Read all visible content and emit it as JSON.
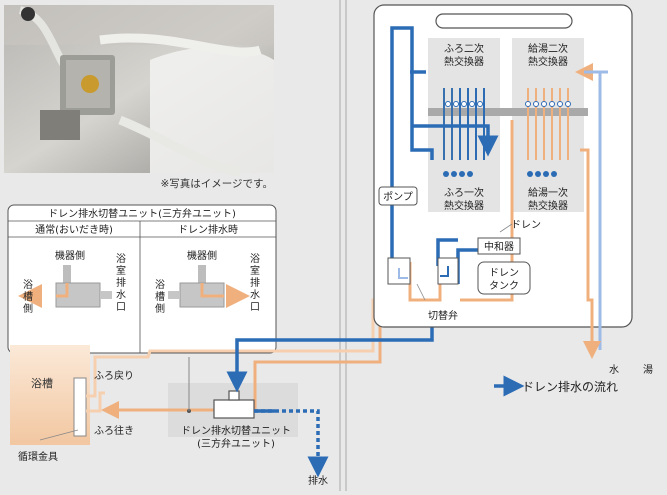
{
  "photo": {
    "caption": "※写真はイメージです。"
  },
  "unit_box": {
    "title": "ドレン排水切替ユニット(三方弁ユニット)",
    "col_normal": "通常(おいだき時)",
    "col_drain": "ドレン排水時",
    "device_side": "機器側",
    "bath_side_chars": [
      "浴",
      "槽",
      "側"
    ],
    "drain_out_chars": [
      "浴",
      "室",
      "排",
      "水",
      "口"
    ]
  },
  "bath": {
    "tub": "浴槽",
    "return": "ふろ戻り",
    "supply": "ふろ往き",
    "fitting": "循環金具",
    "unit_line1": "ドレン排水切替ユニット",
    "unit_line2": "(三方弁ユニット)",
    "drain": "排水"
  },
  "heater": {
    "bath_secondary": [
      "ふろ二次",
      "熱交換器"
    ],
    "hot_secondary": [
      "給湯二次",
      "熱交換器"
    ],
    "bath_primary": [
      "ふろ一次",
      "熱交換器"
    ],
    "hot_primary": [
      "給湯一次",
      "熱交換器"
    ],
    "pump": "ポンプ",
    "drain": "ドレン",
    "neutralizer": "中和器",
    "tank": [
      "ドレン",
      "タンク"
    ],
    "switch_valve": "切替弁",
    "water": "水",
    "hot_water": "湯"
  },
  "legend": {
    "label": "ドレン排水の流れ"
  },
  "colors": {
    "blue": "#2b6cb5",
    "orange": "#f0b07e",
    "light_orange": "#f6cfae",
    "light_blue": "#9dbbe6",
    "gray": "#888888"
  }
}
